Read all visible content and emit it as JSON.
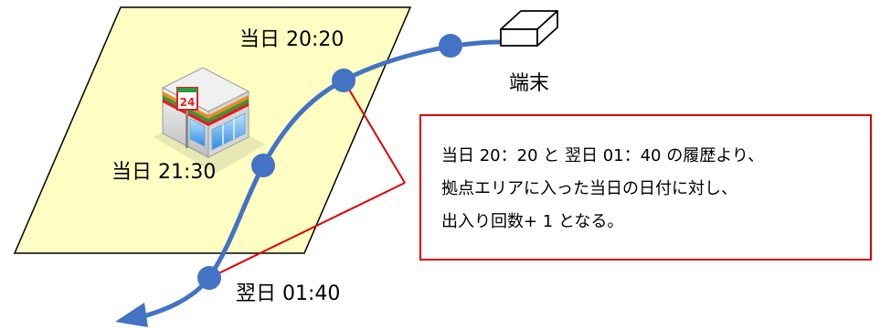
{
  "labels": {
    "time_top": "当日  20:20",
    "time_mid": "当日  21:30",
    "time_bottom": "翌日  01:40",
    "device": "端末",
    "store_sign": "24"
  },
  "callout": {
    "lines": [
      "当日 20：20 と  翌日 01：40 の履歴より、",
      "拠点エリアに入った当日の日付に対し、",
      "出入り回数+ 1 となる。"
    ]
  },
  "colors": {
    "area_fill": "#ffffc3",
    "track": "#4472c4",
    "callout_border": "#e00000",
    "store_red": "#e02020",
    "store_green": "#2e9a3e",
    "store_orange": "#f08a1c"
  }
}
